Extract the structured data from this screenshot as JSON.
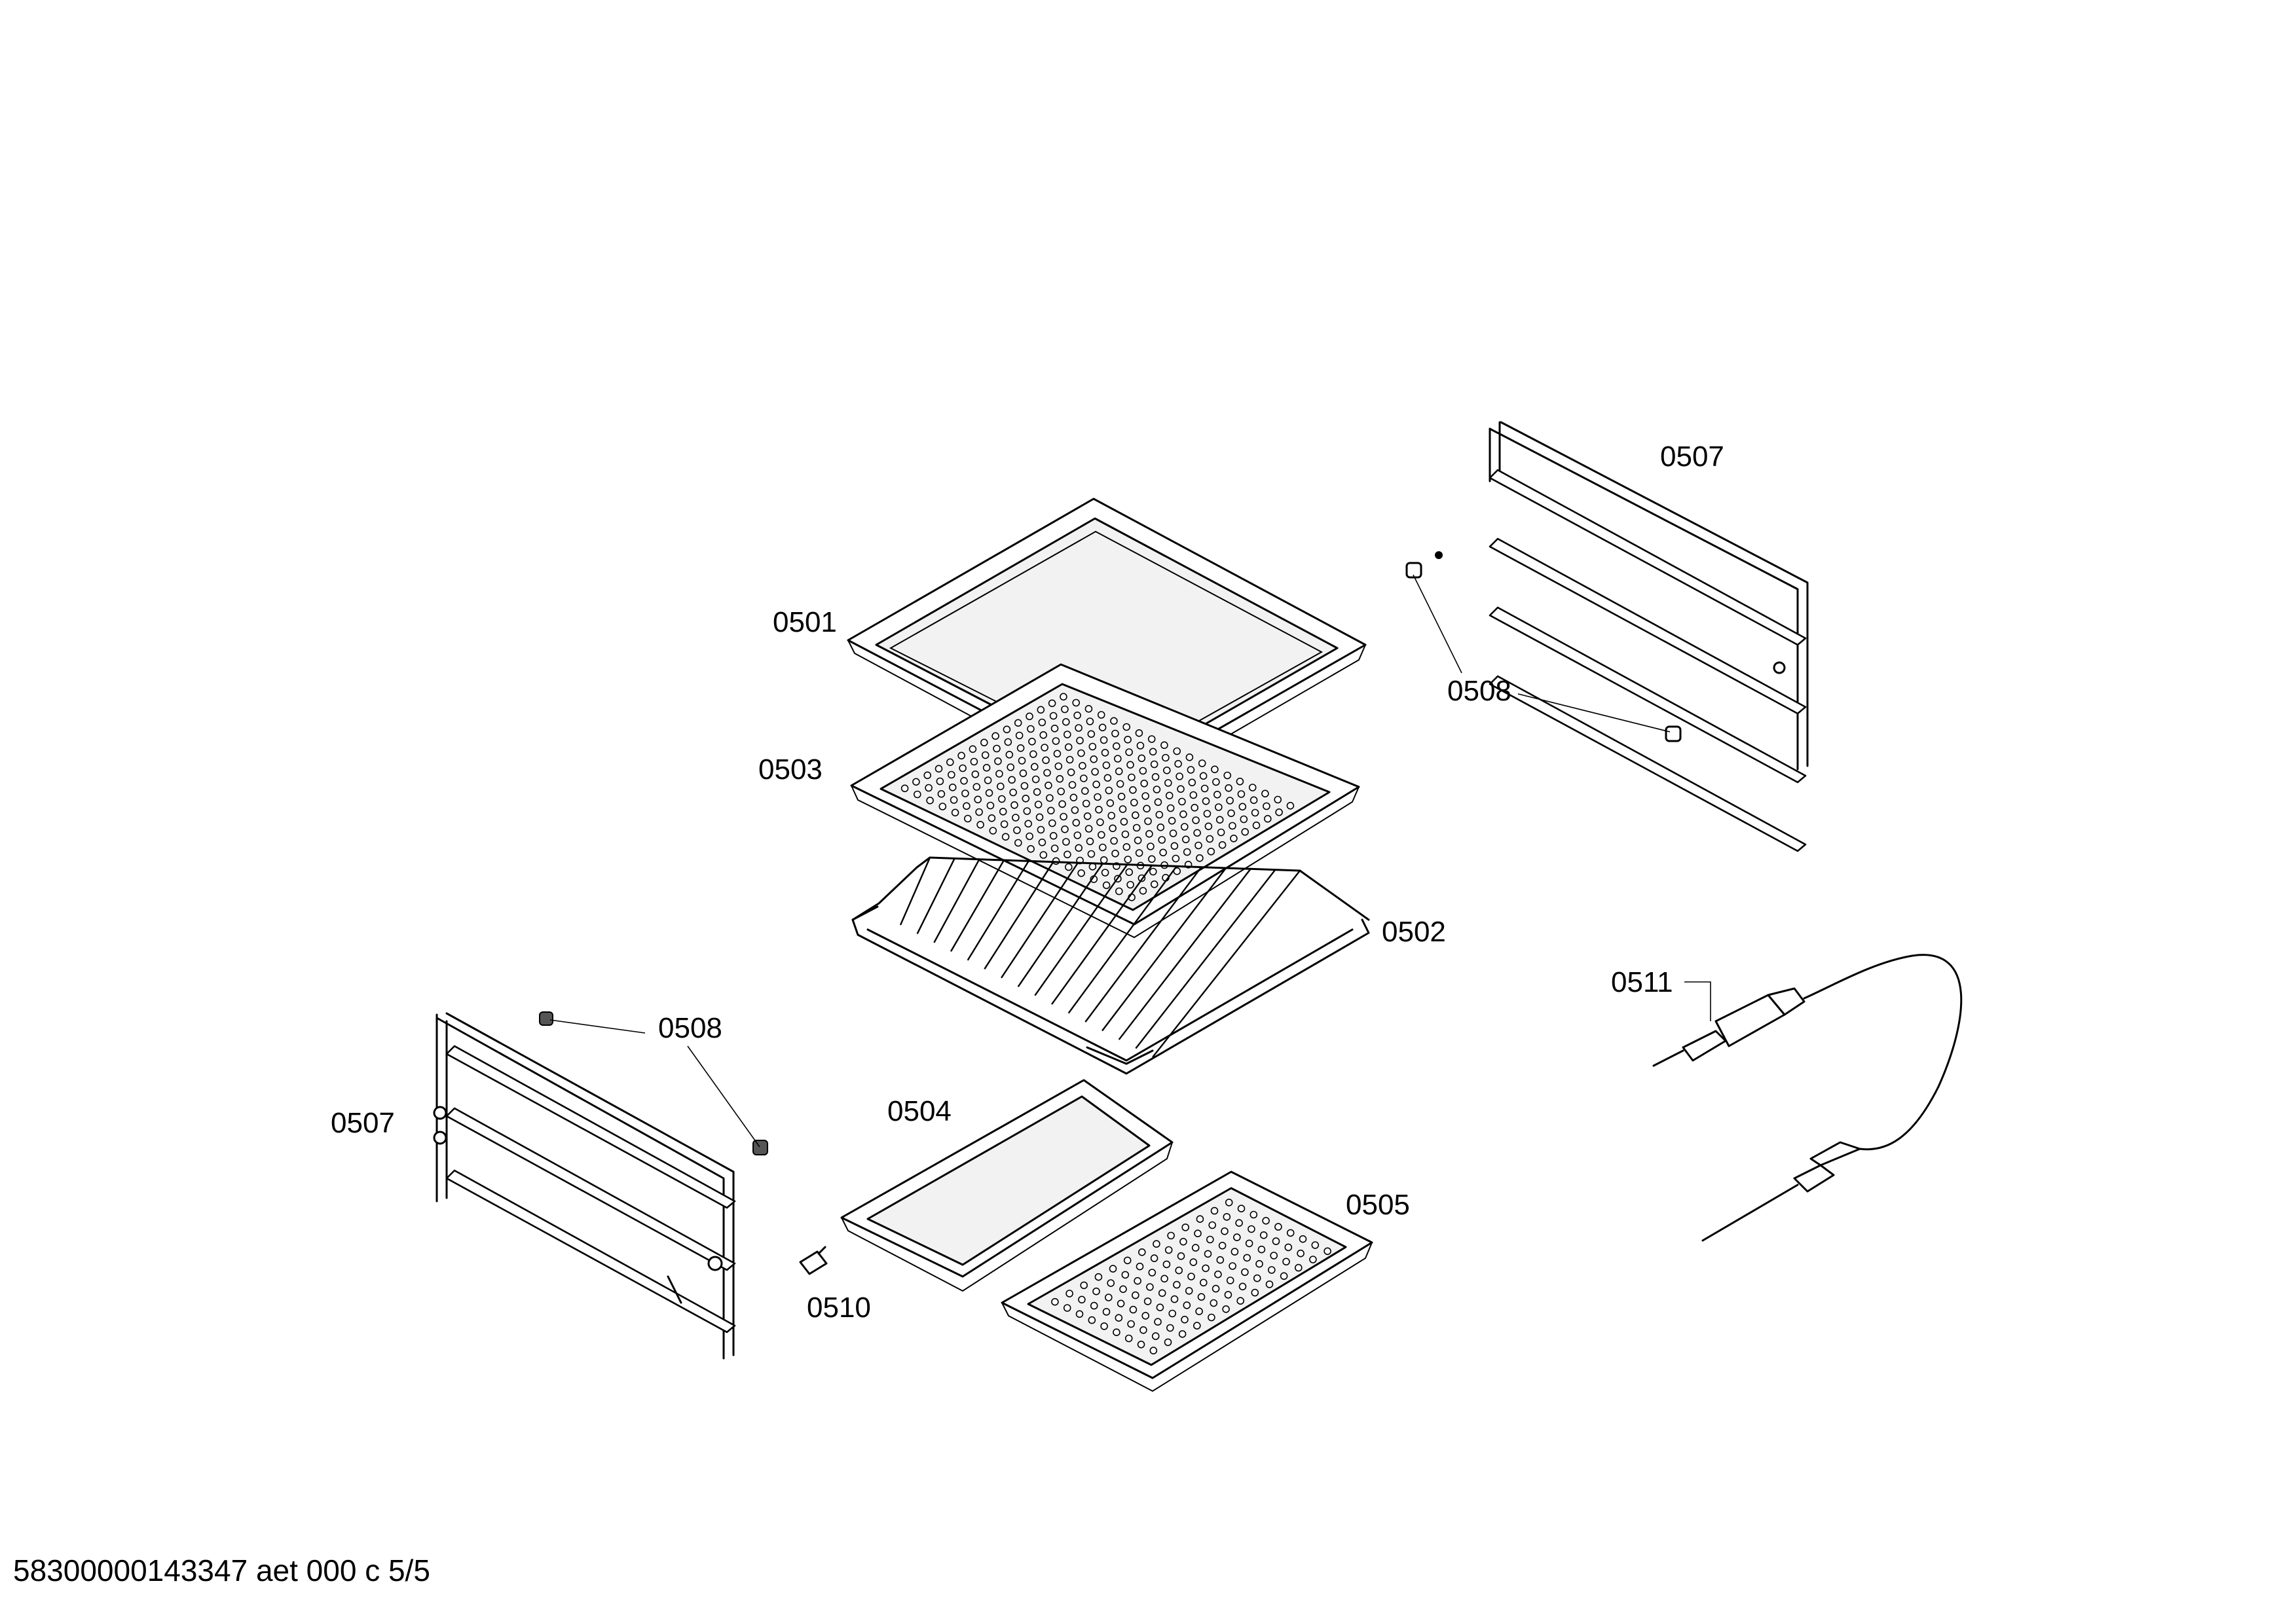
{
  "labels": {
    "p0501": "0501",
    "p0503": "0503",
    "p0502": "0502",
    "p0507_right": "0507",
    "p0508_right": "0508",
    "p0511": "0511",
    "p0508_left": "0508",
    "p0507_left": "0507",
    "p0504": "0504",
    "p0505": "0505",
    "p0510": "0510"
  },
  "footer": "58300000143347 aet 000 c 5/5"
}
